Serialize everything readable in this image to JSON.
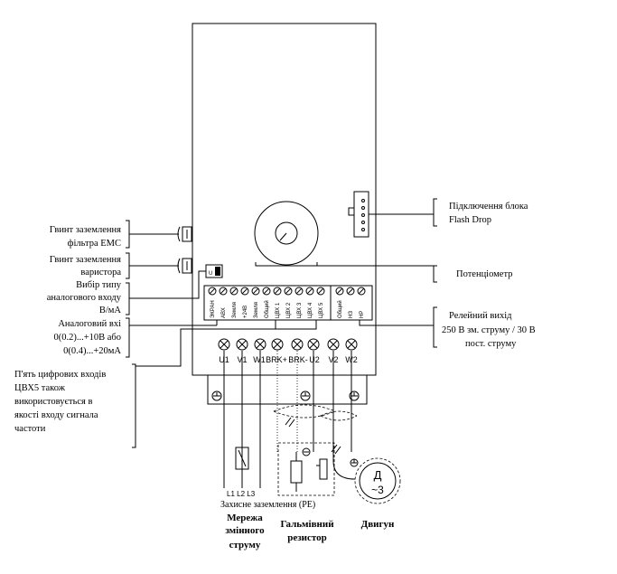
{
  "left_labels": {
    "emc_screw": [
      "Гвинт заземлення",
      "фільтра EMC"
    ],
    "varistor_screw": [
      "Гвинт заземлення",
      "варистора"
    ],
    "analog_select": [
      "Вибір типу",
      "аналогового входу",
      "В/мА"
    ],
    "analog_input": [
      "Аналоговий вхі",
      "0(0.2)...+10В або",
      "0(0.4)...+20мА"
    ],
    "digital_inputs": [
      "П'ять цифрових входів",
      "ЦВХ5 також",
      "використовується в",
      "якості входу сигнала",
      "частоти"
    ]
  },
  "right_labels": {
    "flash_drop": [
      "Підключення блока",
      "Flash Drop"
    ],
    "potentiometer": [
      "Потенціометр"
    ],
    "relay_output": [
      "Релейний вихід",
      "250 В зм. струму / 30 В",
      "пост. струму"
    ]
  },
  "signal_terminals": [
    "ЭКРАН",
    "АВХ",
    "Земля",
    "+24В",
    "Земля",
    "Общий",
    "ЦВХ 1",
    "ЦВХ 2",
    "ЦВХ 3",
    "ЦВХ 4",
    "ЦВХ 5",
    "Общий",
    "НЗ",
    "НР"
  ],
  "power_terminals": [
    "U1",
    "V1",
    "W1",
    "BRK+",
    "BRK-",
    "U2",
    "V2",
    "W2"
  ],
  "switch_label": "U",
  "mains_phases": "L1 L2 L3",
  "pe_label": "Захисне заземлення (PE)",
  "bottom_labels": {
    "mains": [
      "Мережа",
      "змінного",
      "струму"
    ],
    "brake": [
      "Гальмівний",
      "резистор"
    ],
    "motor": [
      "Двигун"
    ]
  },
  "motor_symbol": [
    "Д",
    "~3"
  ]
}
